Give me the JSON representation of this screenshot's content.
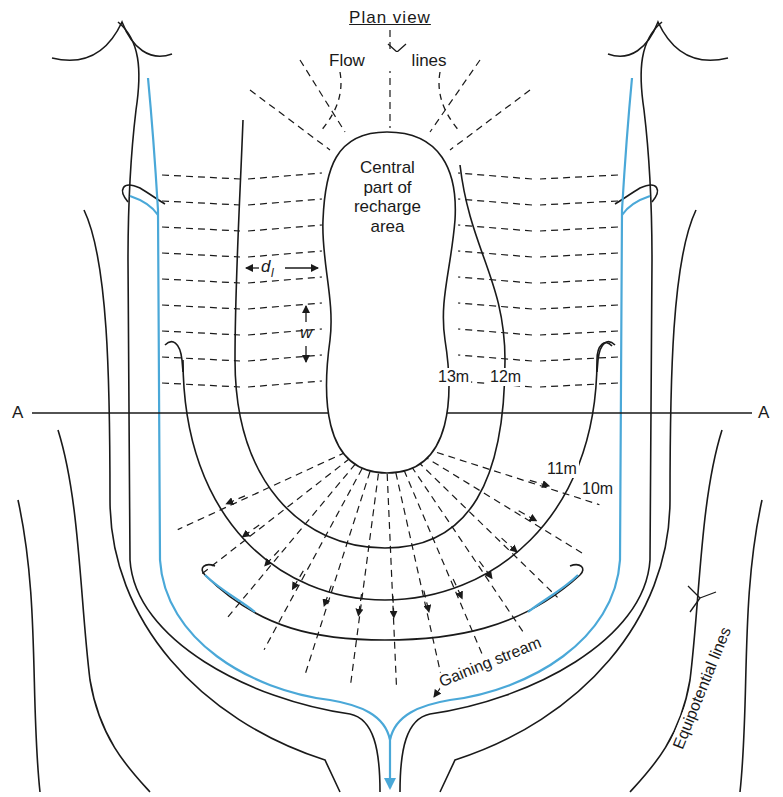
{
  "diagram": {
    "title": "Plan view",
    "nodes": [
      {
        "text": [
          "Central part of recharge area"
        ]
      }
    ],
    "labels": [
      "Flow lines",
      "d",
      "l",
      "w",
      "13m",
      "12m",
      "11m",
      "10m",
      "A",
      "A",
      "Gaining stream",
      "Equipotential lines"
    ]
  }
}
